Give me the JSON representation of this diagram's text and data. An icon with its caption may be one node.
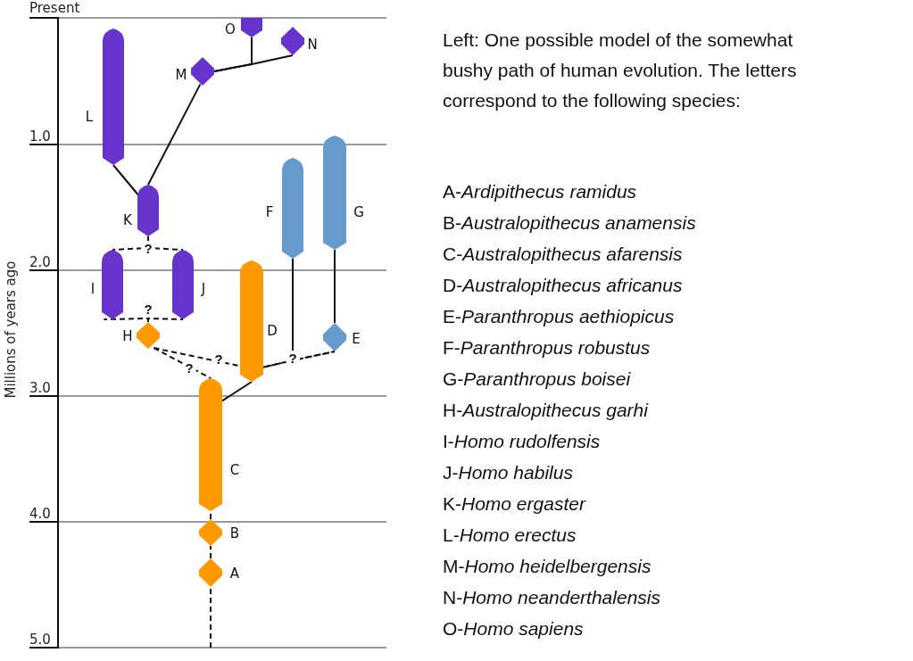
{
  "diagram": {
    "nodes": [
      {
        "text": [
          "O"
        ]
      },
      {
        "text": [
          "N"
        ]
      },
      {
        "text": [
          "M"
        ]
      },
      {
        "text": [
          "L"
        ]
      },
      {
        "text": [
          "K"
        ]
      },
      {
        "text": [
          "F"
        ]
      },
      {
        "text": [
          "G"
        ]
      },
      {
        "text": [
          "I"
        ]
      },
      {
        "text": [
          "J"
        ]
      },
      {
        "text": [
          "H"
        ]
      },
      {
        "text": [
          "D"
        ]
      },
      {
        "text": [
          "E"
        ]
      },
      {
        "text": [
          "C"
        ]
      },
      {
        "text": [
          "B"
        ]
      },
      {
        "text": [
          "A"
        ]
      }
    ],
    "edges": [
      {
        "from": null,
        "to": 14,
        "arrow": "none",
        "style": "dashed"
      },
      {
        "from": 14,
        "to": 13,
        "arrow": "none",
        "style": "dashed"
      },
      {
        "from": 13,
        "to": 12,
        "arrow": "none",
        "style": "dashed"
      },
      {
        "from": 12,
        "to": 10,
        "arrow": "none"
      },
      {
        "from": 9,
        "to": 12,
        "arrow": "none",
        "style": "dashed",
        "label": "?"
      },
      {
        "from": 9,
        "to": 10,
        "arrow": "none",
        "style": "dashed",
        "label": "?"
      },
      {
        "from": 10,
        "to": 11,
        "arrow": "none",
        "style": "dashed",
        "label": "?"
      },
      {
        "from": 5,
        "to": 10,
        "arrow": "none",
        "style": "dashed"
      },
      {
        "from": 5,
        "to": 11,
        "arrow": "none",
        "style": "dashed"
      },
      {
        "from": 11,
        "to": 6,
        "arrow": "none"
      },
      {
        "from": 9,
        "to": 7,
        "arrow": "none",
        "style": "dashed",
        "label": "?"
      },
      {
        "from": 9,
        "to": 8,
        "arrow": "none",
        "style": "dashed"
      },
      {
        "from": 4,
        "to": 7,
        "arrow": "none",
        "style": "dashed",
        "label": "?"
      },
      {
        "from": 4,
        "to": 8,
        "arrow": "none",
        "style": "dashed"
      },
      {
        "from": 4,
        "to": 3,
        "arrow": "none"
      },
      {
        "from": 4,
        "to": 2,
        "arrow": "none"
      },
      {
        "from": 2,
        "to": 1,
        "arrow": "none"
      },
      {
        "from": 2,
        "to": 0,
        "arrow": "none"
      }
    ],
    "labels": [
      "Present",
      "1.0",
      "2.0",
      "3.0",
      "4.0",
      "5.0",
      "Millions of years ago",
      "Left: One possible model of the somewhat bushy path of human evolution. The letters correspond to the following species:",
      "A-*Ardipithecus ramidus*",
      "B-*Australopithecus anamensis*",
      "C-*Australopithecus afarensis*",
      "D-*Australopithecus africanus*",
      "E-*Paranthropus aethiopicus*",
      "F-*Paranthropus robustus*",
      "G-*Paranthropus boisei*",
      "H-*Australopithecus garhi*",
      "I-*Homo rudolfensis*",
      "J-*Homo habilus*",
      "K-*Homo ergaster*",
      "L-*Homo erectus*",
      "M-*Homo heidelbergensis*",
      "N-*Homo neanderthalensis*",
      "O-*Homo sapiens*"
    ]
  }
}
